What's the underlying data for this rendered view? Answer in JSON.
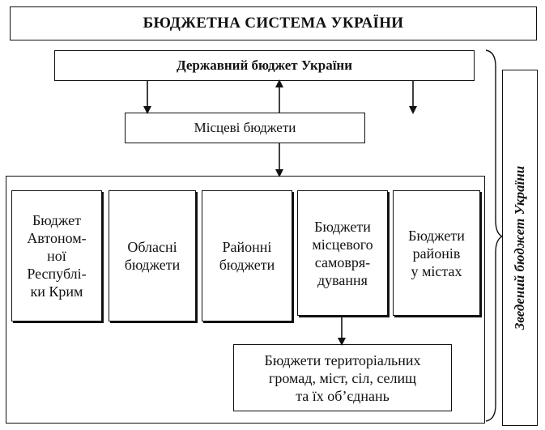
{
  "title": "БЮДЖЕТНА СИСТЕМА УКРАЇНИ",
  "state_budget": "Державний бюджет України",
  "local_budgets": "Місцеві бюджети",
  "side_label": "Зведений бюджет України",
  "tiles": [
    "Бюджет\nАвтоном-\nної\nРеспублі-\nки Крим",
    "Обласні\nбюджети",
    "Районні\nбюджети",
    "Бюджети\nмісцевого\nсамовря-\nдування",
    "Бюджети\nрайонів\nу містах"
  ],
  "communities": "Бюджети територіальних\nгромад, міст, сіл, селищ\nта їх об’єднань"
}
